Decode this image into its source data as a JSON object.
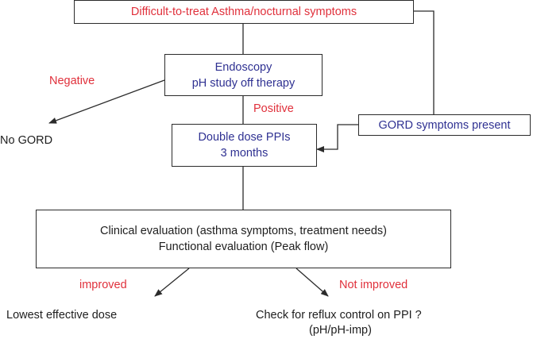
{
  "colors": {
    "red": "#e0303b",
    "blue": "#2f3192",
    "black": "#1e1e1e",
    "line": "#2b2b2b"
  },
  "nodes": {
    "top": {
      "text": "Difficult-to-treat Asthma/nocturnal symptoms"
    },
    "endoscopy": {
      "line1": "Endoscopy",
      "line2": "pH study off therapy"
    },
    "ppi": {
      "line1": "Double dose PPIs",
      "line2": "3 months"
    },
    "gord_present": {
      "text": "GORD symptoms present"
    },
    "evaluation": {
      "line1": "Clinical evaluation (asthma symptoms, treatment needs)",
      "line2": "Functional evaluation (Peak flow)"
    }
  },
  "labels": {
    "negative": "Negative",
    "positive": "Positive",
    "no_gord": "No GORD",
    "improved": "improved",
    "not_improved": "Not improved",
    "lowest_dose": "Lowest effective dose",
    "check_reflux_line1": "Check for reflux control on PPI ?",
    "check_reflux_line2": "(pH/pH-imp)"
  }
}
